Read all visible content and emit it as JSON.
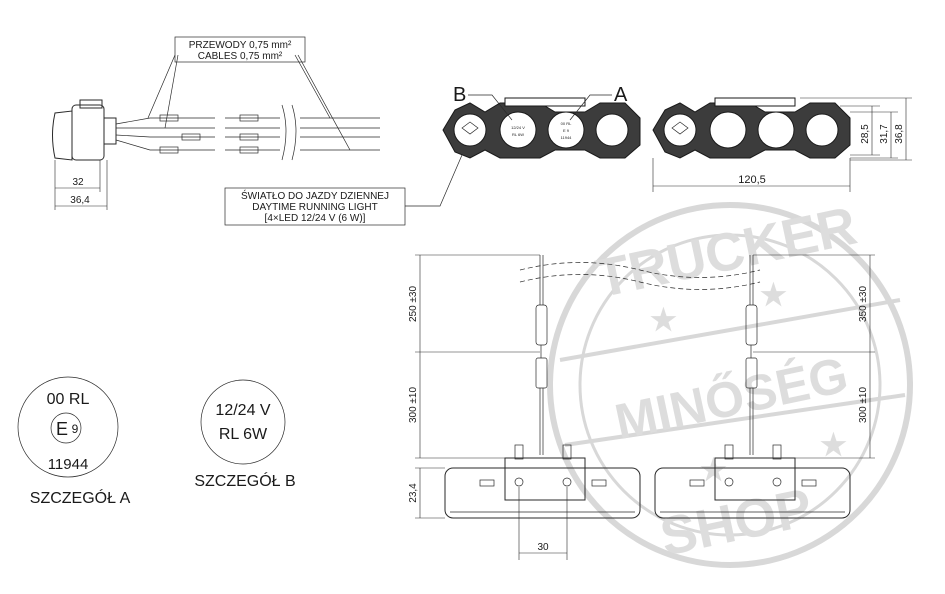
{
  "cables_label": [
    "PRZEWODY 0,75 mm²",
    "CABLES 0,75 mm²"
  ],
  "drl_label": [
    "ŚWIATŁO DO JAZDY DZIENNEJ",
    "DAYTIME RUNNING LIGHT",
    "[4×LED 12/24 V (6 W)]"
  ],
  "connector_dims": {
    "inner": "32",
    "outer": "36,4"
  },
  "callouts": {
    "b": "B",
    "a": "A"
  },
  "lamp_lens_texts": {
    "left": [
      "12/24 V",
      "RL 6W"
    ],
    "right": [
      "00 RL",
      "E 9",
      "11944"
    ]
  },
  "front_view_dims": {
    "width": "120,5",
    "h1": "28,5",
    "h2": "31,7",
    "h3": "36,8"
  },
  "side_view_dims": {
    "cable_upper_left": "250 ±30",
    "cable_lower_left": "300 ±10",
    "height": "23,4",
    "mount_spacing": "30",
    "cable_upper_right": "350 ±30",
    "cable_lower_right": "300 ±10"
  },
  "detail_a": {
    "line1": "00 RL",
    "mark": "E",
    "mark_num": "9",
    "line3": "11944",
    "caption": "SZCZEGÓŁ A"
  },
  "detail_b": {
    "line1": "12/24 V",
    "line2": "RL 6W",
    "caption": "SZCZEGÓŁ B"
  },
  "watermark": {
    "top": "TRUCKER",
    "middle": "MINŐSÉG",
    "bottom": "SHOP"
  }
}
